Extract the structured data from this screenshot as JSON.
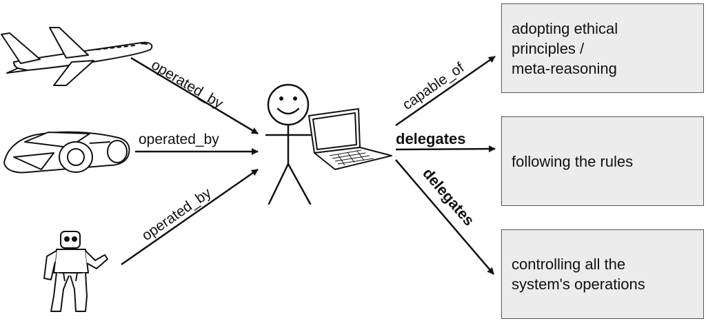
{
  "edges": {
    "plane_to_person": "operated_by",
    "car_to_person": "operated_by",
    "robot_to_person": "operated_by",
    "laptop_to_ethics": "capable_of",
    "laptop_to_rules": "delegates",
    "laptop_to_control": "delegates"
  },
  "boxes": {
    "ethics": "adopting ethical\nprinciples /\nmeta-reasoning",
    "rules": "following the rules",
    "control": "controlling all the\nsystem's operations"
  },
  "icons": {
    "plane": "airplane-icon",
    "car": "sports-car-icon",
    "robot": "humanoid-robot-icon",
    "person": "stick-figure-icon",
    "laptop": "laptop-icon"
  },
  "colors": {
    "line": "#111111",
    "box_fill": "#ececec",
    "box_border": "#555555"
  }
}
